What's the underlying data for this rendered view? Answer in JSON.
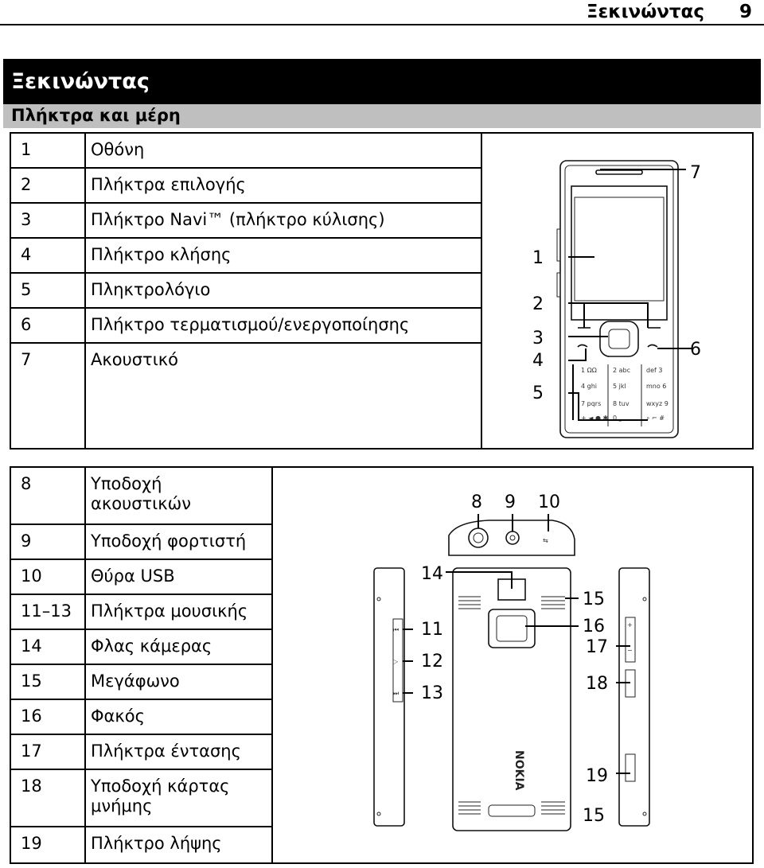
{
  "header": {
    "title": "Ξεκινώντας",
    "page": "9"
  },
  "section": {
    "title": "Ξεκινώντας"
  },
  "subsection": {
    "title": "Πλήκτρα και μέρη"
  },
  "parts_front": [
    {
      "num": "1",
      "label": "Οθόνη"
    },
    {
      "num": "2",
      "label": "Πλήκτρα επιλογής"
    },
    {
      "num": "3",
      "label": "Πλήκτρο Navi™ (πλήκτρο κύλισης)"
    },
    {
      "num": "4",
      "label": "Πλήκτρο κλήσης"
    },
    {
      "num": "5",
      "label": "Πληκτρολόγιο"
    },
    {
      "num": "6",
      "label": "Πλήκτρο τερματισμού/ενεργοποίησης"
    },
    {
      "num": "7",
      "label": "Ακουστικό"
    }
  ],
  "parts_back": [
    {
      "num": "8",
      "label": "Υποδοχή ακουστικών"
    },
    {
      "num": "9",
      "label": "Υποδοχή φορτιστή"
    },
    {
      "num": "10",
      "label": "Θύρα USB"
    },
    {
      "num": "11–13",
      "label": "Πλήκτρα μουσικής"
    },
    {
      "num": "14",
      "label": "Φλας κάμερας"
    },
    {
      "num": "15",
      "label": "Μεγάφωνο"
    },
    {
      "num": "16",
      "label": "Φακός"
    },
    {
      "num": "17",
      "label": "Πλήκτρα έντασης"
    },
    {
      "num": "18",
      "label": "Υποδοχή κάρτας μνήμης"
    },
    {
      "num": "19",
      "label": "Πλήκτρο λήψης"
    }
  ],
  "front_callouts": [
    "1",
    "2",
    "3",
    "4",
    "5",
    "6",
    "7"
  ],
  "back_callouts": [
    "8",
    "9",
    "10",
    "14",
    "11",
    "12",
    "13",
    "15",
    "16",
    "17",
    "18",
    "19",
    "15"
  ],
  "keypad": {
    "keys": [
      "1 ΩΩ",
      "2 abc",
      "def 3",
      "4 ghi",
      "5 jkl",
      "mno 6",
      "7 pqrs",
      "8 tuv",
      "wxyz 9",
      "+ ◄ ● ✱",
      "0 ⎵",
      "⌕ ⌐ #"
    ]
  },
  "brand_logo": "NOKIA"
}
